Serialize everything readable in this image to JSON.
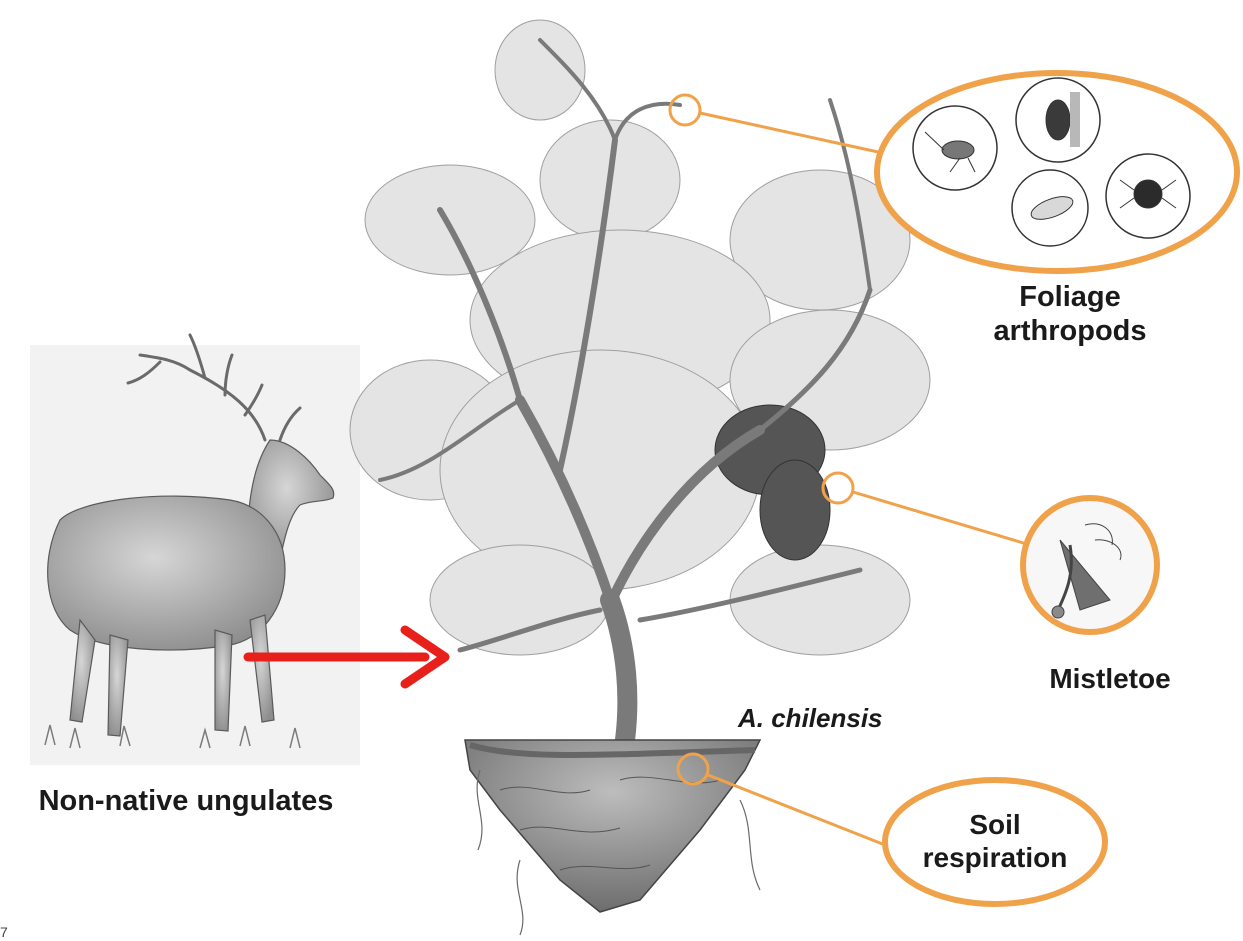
{
  "labels": {
    "foliage_arthropods": "Foliage\narthropods",
    "mistletoe": "Mistletoe",
    "soil_respiration": "Soil\nrespiration",
    "non_native_ungulates": "Non-native ungulates",
    "species": "A. chilensis",
    "page_number": "7"
  },
  "colors": {
    "callout": "#f0a24a",
    "arrow": "#e8201c",
    "sketch": "#6a6a6a",
    "soil": "#8a8a8a"
  },
  "icons": {
    "deer": "stag-sketch-icon",
    "tree": "tree-sketch-icon",
    "soil": "soil-block-icon",
    "arthropods": [
      "weevil-icon",
      "beetle-icon",
      "leafhopper-icon",
      "mite-icon"
    ],
    "mistletoe": "mistletoe-flower-icon"
  }
}
